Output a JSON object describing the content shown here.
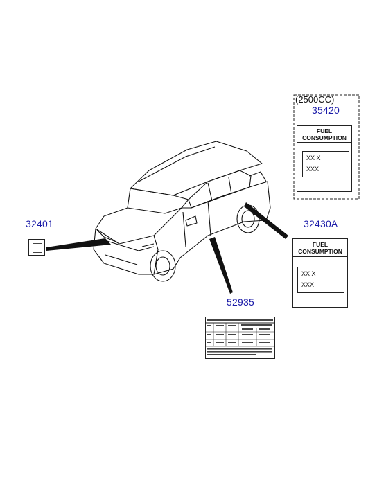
{
  "parts": {
    "p32401": "32401",
    "p32430a": "32430A",
    "p35420": "35420",
    "p52935": "52935"
  },
  "group_caption": "(2500CC)",
  "fuel_label": {
    "line1": "FUEL",
    "line2": "CONSUMPTION",
    "row1": "XX X",
    "row2": "XXX"
  },
  "colors": {
    "part_number": "#1a1aa8",
    "line": "#111111"
  }
}
